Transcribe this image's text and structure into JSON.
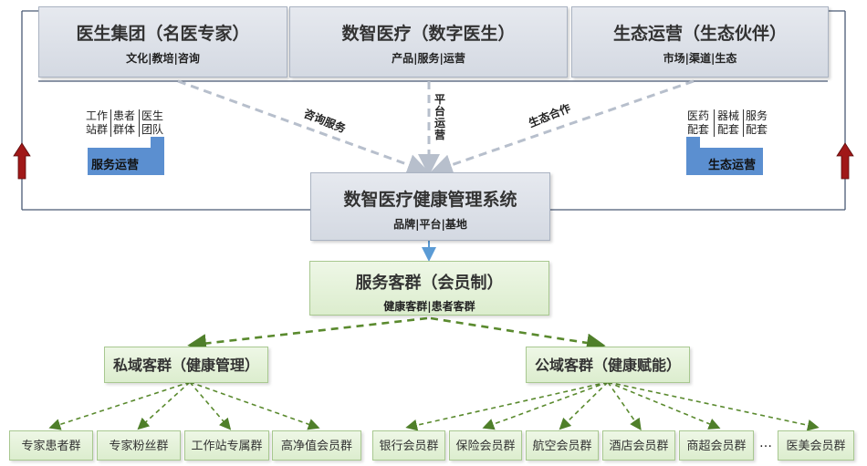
{
  "top": [
    {
      "title": "医生集团（名医专家）",
      "sub": "文化|教培|咨询"
    },
    {
      "title": "数智医疗（数字医生）",
      "sub": "产品|服务|运营"
    },
    {
      "title": "生态运营（生态伙伴）",
      "sub": "市场|渠道|生态"
    }
  ],
  "center": {
    "title": "数智医疗健康管理系统",
    "sub": "品牌|平台|基地"
  },
  "service": {
    "title": "服务客群（会员制）",
    "sub": "健康客群|患者客群"
  },
  "private": {
    "title": "私域客群（健康管理）"
  },
  "public": {
    "title": "公域客群（健康赋能）"
  },
  "edge_labels": {
    "consult": "咨询服务",
    "platform": "平台运营",
    "eco": "生态合作"
  },
  "left_panel": {
    "cols": [
      [
        "工作",
        "站群"
      ],
      [
        "患者",
        "群体"
      ],
      [
        "医生",
        "团队"
      ]
    ],
    "label": "服务运营"
  },
  "right_panel": {
    "cols": [
      [
        "医药",
        "配套"
      ],
      [
        "器械",
        "配套"
      ],
      [
        "服务",
        "配套"
      ]
    ],
    "label": "生态运营"
  },
  "private_leaves": [
    "专家患者群",
    "专家粉丝群",
    "工作站专属群",
    "高净值会员群"
  ],
  "public_leaves": [
    "银行会员群",
    "保险会员群",
    "航空会员群",
    "酒店会员群",
    "商超会员群"
  ],
  "ellipsis": "…",
  "last_leaf": "医美会员群",
  "colors": {
    "gray_dash": "#b7bfcc",
    "green_dash": "#5a8a2e",
    "red_arrow": "#a01818",
    "blue_arrow": "#5b9bd5"
  }
}
